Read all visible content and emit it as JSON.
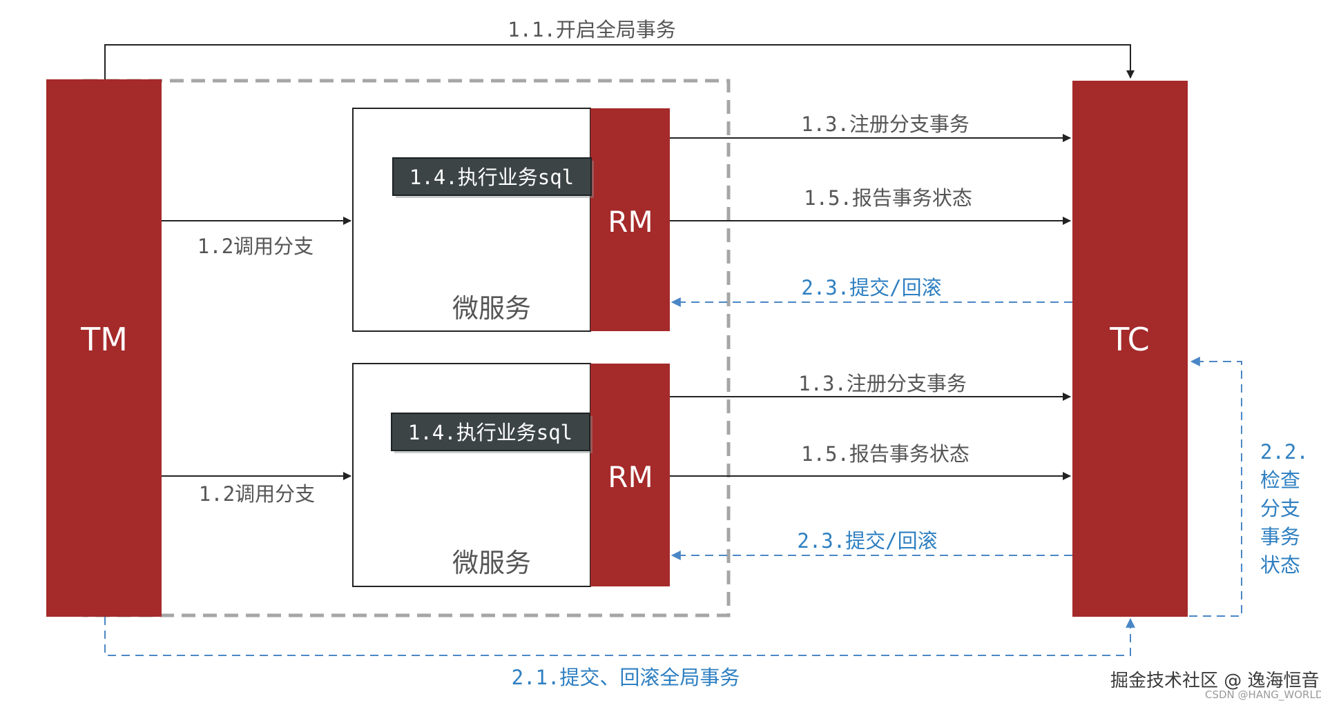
{
  "nodes": {
    "tm": "TM",
    "tc": "TC",
    "rm_top": "RM",
    "rm_bottom": "RM",
    "service_top": "微服务",
    "service_bottom": "微服务",
    "sql_top": "1.4.执行业务sql",
    "sql_bottom": "1.4.执行业务sql"
  },
  "edges": {
    "begin_global": "1.1.开启全局事务",
    "call_branch_top": "1.2调用分支",
    "call_branch_bottom": "1.2调用分支",
    "register_top": "1.3.注册分支事务",
    "register_bottom": "1.3.注册分支事务",
    "report_top": "1.5.报告事务状态",
    "report_bottom": "1.5.报告事务状态",
    "commit_rollback_top": "2.3.提交/回滚",
    "commit_rollback_bottom": "2.3.提交/回滚",
    "commit_rollback_global": "2.1.提交、回滚全局事务",
    "check_branch": [
      "2.2.",
      "检查",
      "分支",
      "事务",
      "状态"
    ]
  },
  "watermark": {
    "main": "掘金技术社区 @ 逸海恒音",
    "sub": "CSDN @HANG_WORLD"
  },
  "colors": {
    "node_red": "#a52a2a",
    "arrow_black": "#222222",
    "arrow_blue": "#4a86c5",
    "label_gray": "#555555",
    "label_blue": "#2e7fc1",
    "dashed_gray": "#a6a6a6",
    "sql_box": "#3c4446"
  }
}
